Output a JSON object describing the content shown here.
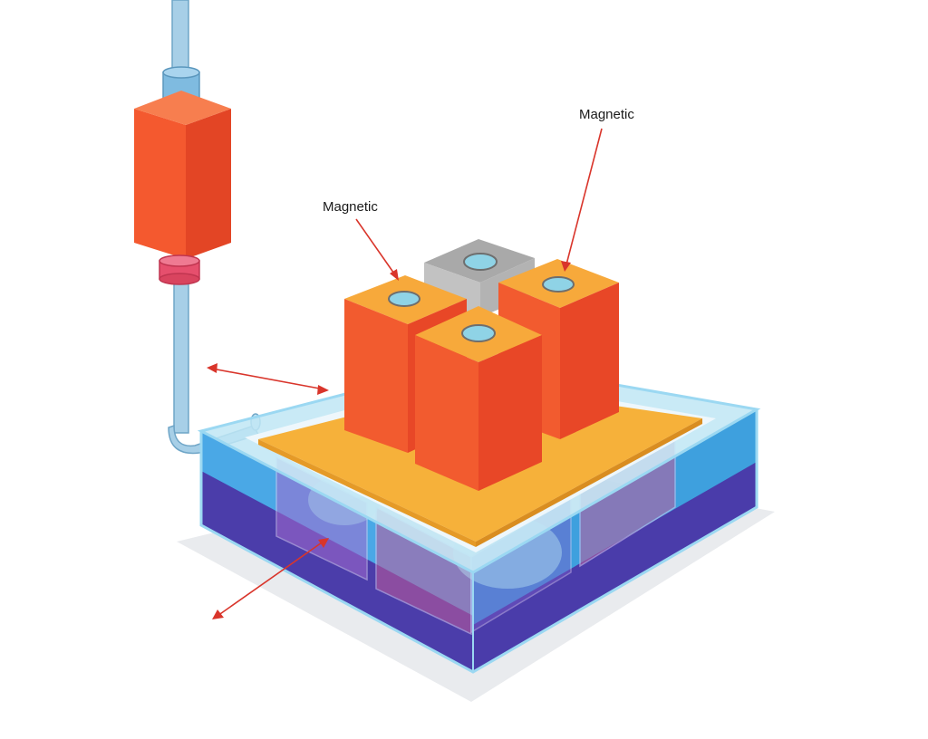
{
  "labels": {
    "magnetic_left": "Magnetic",
    "magnetic_right": "Magnetic"
  },
  "colors": {
    "background": "#ffffff",
    "magnet_front": "#f4592f",
    "magnet_side": "#e84727",
    "magnet_top": "#f7a93b",
    "hole_fill": "#8fd3e6",
    "gray_block_top": "#a9a9a9",
    "gray_block_front": "#c2c2c2",
    "plate": "#f6b13a",
    "plate_edge": "#eaf4fb",
    "tank_top_glass": "#bfe6f5",
    "tank_front": "#4aa8e6",
    "tank_side": "#3ea0de",
    "tank_base": "#5a3aa8",
    "tank_edge": "#9bd8f2",
    "pipe": "#9dc9e4",
    "pipe_outline": "#6ea5c7",
    "connector_top": "#7fbbe0",
    "connector_bottom": "#e64f6d",
    "pump_front": "#f4592f",
    "pump_side": "#e34525",
    "arrow": "#d9352b",
    "shadow": "#e9ebee"
  },
  "icons": {
    "arrow_head": "triangle-arrowhead"
  }
}
